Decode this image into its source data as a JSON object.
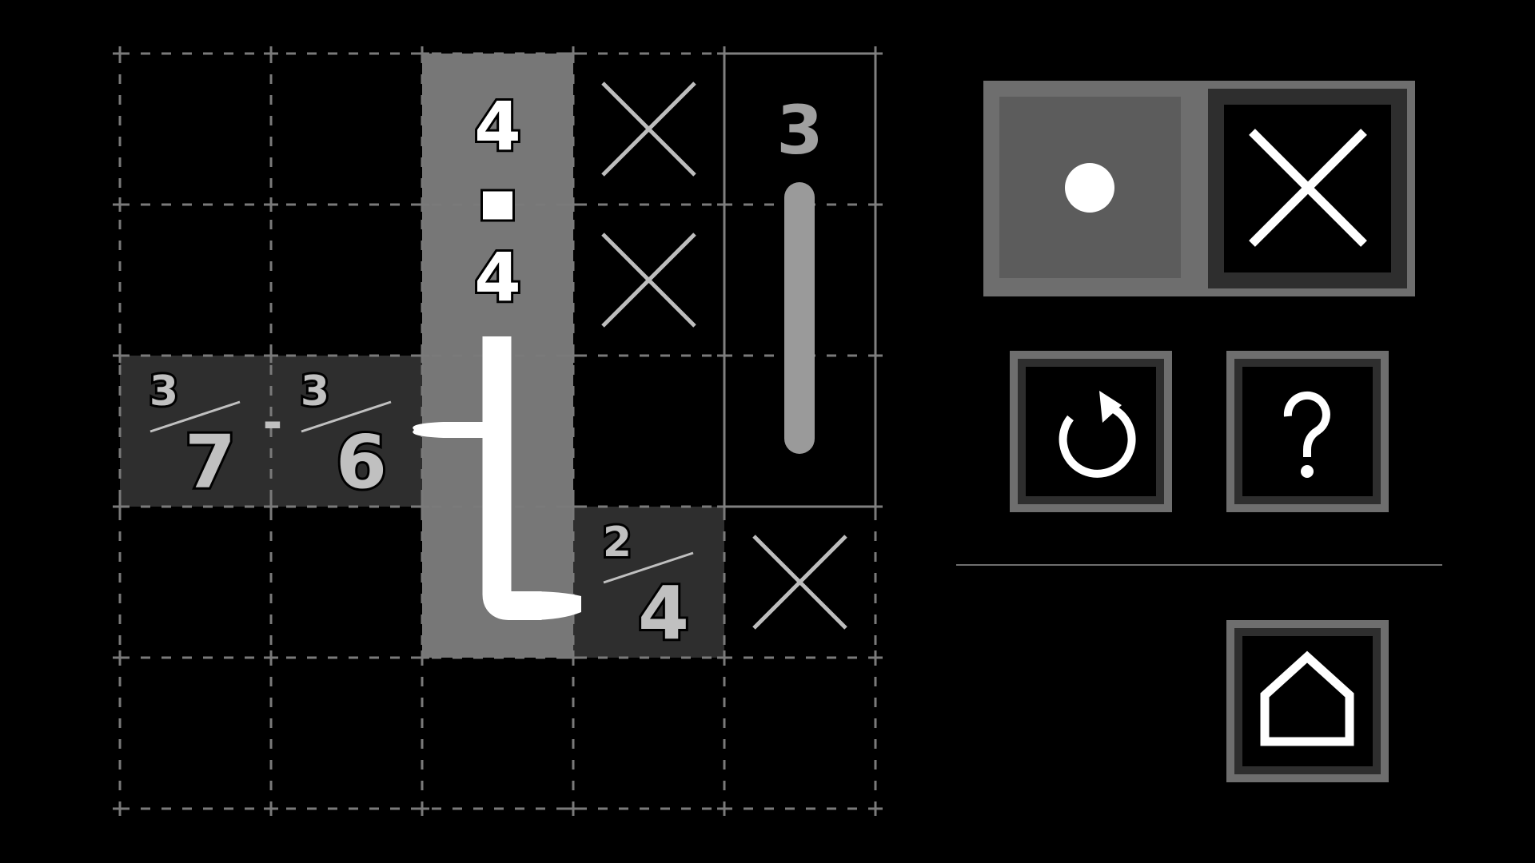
{
  "grid": {
    "cols": 5,
    "rows": 5,
    "line_color": "#7a7a7a"
  },
  "regions": [
    {
      "name": "region-column-3",
      "fill": "#777777",
      "cells": [
        [
          0,
          2
        ],
        [
          1,
          2
        ],
        [
          2,
          2
        ],
        [
          3,
          2
        ]
      ]
    },
    {
      "name": "region-row-2",
      "fill": "#2e2e2e",
      "cells": [
        [
          2,
          0
        ],
        [
          2,
          1
        ]
      ]
    },
    {
      "name": "region-single",
      "fill": "#2e2e2e",
      "cells": [
        [
          3,
          3
        ]
      ]
    }
  ],
  "clues": {
    "vertical_fraction": {
      "numerator": "4",
      "denominator": "4",
      "cell": [
        0,
        2
      ]
    },
    "fraction_left": {
      "numerator": "3",
      "denominator": "7",
      "cell": [
        2,
        0
      ]
    },
    "fraction_separator": "-",
    "fraction_right": {
      "numerator": "3",
      "denominator": "6",
      "cell": [
        2,
        1
      ]
    },
    "fraction_small": {
      "numerator": "2",
      "denominator": "4",
      "cell": [
        3,
        3
      ]
    },
    "number_box": {
      "value": "3",
      "cell": [
        0,
        4
      ],
      "span_rows": 3
    }
  },
  "crosses": [
    [
      0,
      3
    ],
    [
      1,
      3
    ],
    [
      3,
      4
    ]
  ],
  "controls": {
    "mode_toggle": {
      "selected": "dot",
      "options": [
        "dot-icon",
        "cross-icon"
      ]
    },
    "undo_icon": "undo-icon",
    "help_icon": "help-icon",
    "home_icon": "home-icon"
  },
  "colors": {
    "background": "#000000",
    "frame": "#6e6e6e",
    "ring": "#2e2e2e",
    "column_shade": "#777777",
    "dark_shade": "#2e2e2e",
    "accent_white": "#ffffff",
    "text_gray": "#c8c8c8"
  }
}
